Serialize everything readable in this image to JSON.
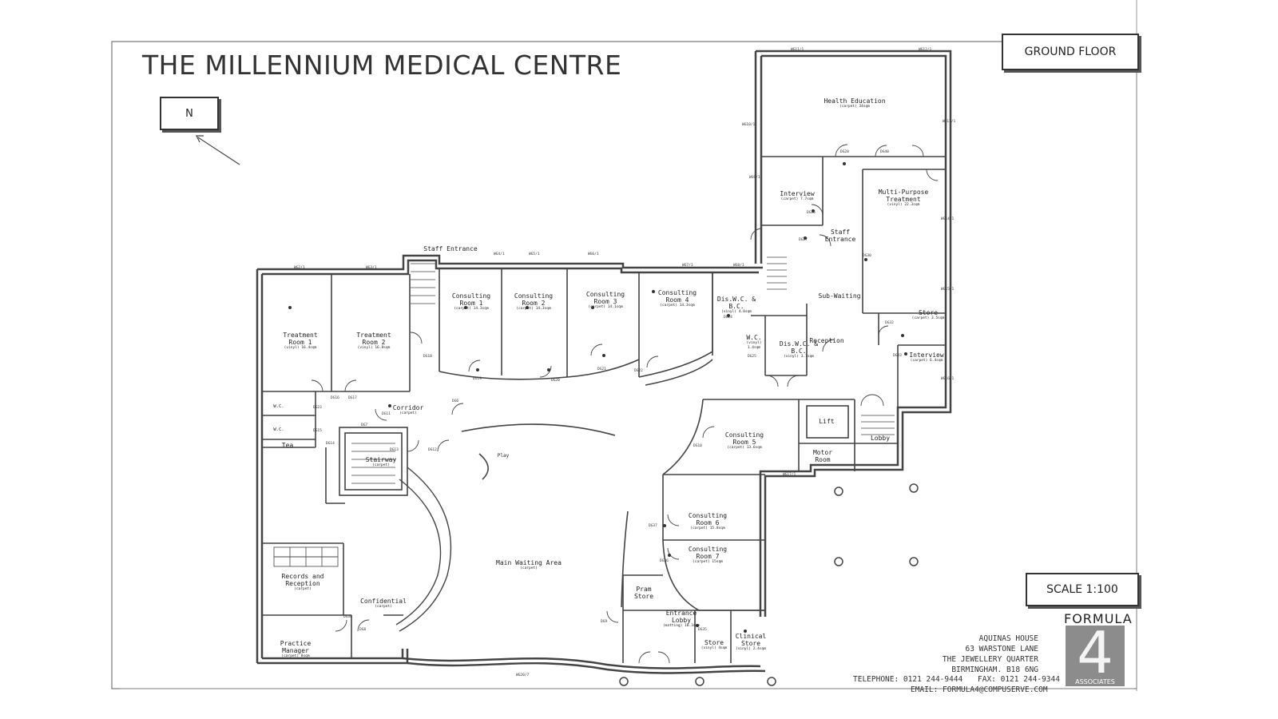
{
  "title": "THE MILLENNIUM MEDICAL CENTRE",
  "floor_label": "GROUND FLOOR",
  "north_label": "N",
  "scale_label": "SCALE 1:100",
  "firm": {
    "name": "FORMULA",
    "logo_number": "4",
    "logo_sub": "ASSOCIATES",
    "address": [
      "AQUINAS HOUSE",
      "63 WARSTONE LANE",
      "THE JEWELLERY QUARTER",
      "BIRMINGHAM. B18 6NG"
    ],
    "telephone": "TELEPHONE: 0121 244-9444",
    "fax": "FAX: 0121 244-9344",
    "email": "EMAIL: FORMULA4@COMPUSERVE.COM"
  },
  "rooms": {
    "health_education": {
      "name": "Health Education",
      "sub": "(carpet) 34sqm"
    },
    "interview_top": {
      "name": "Interview",
      "sub": "(carpet) 7.7sqm"
    },
    "multi_purpose": {
      "name": "Multi-Purpose Treatment",
      "sub": "(vinyl) 22.3sqm"
    },
    "staff_entrance_right": {
      "name": "Staff Entrance"
    },
    "staff_entrance_top": {
      "name": "Staff Entrance"
    },
    "sub_waiting": {
      "name": "Sub-Waiting"
    },
    "store_right": {
      "name": "Store",
      "sub": "(carpet) 3.5sqm"
    },
    "interview_right": {
      "name": "Interview",
      "sub": "(carpet) 6.4sqm"
    },
    "reception": {
      "name": "Reception"
    },
    "dis_wc_1": {
      "name": "Dis.W.C. & B.C.",
      "sub": "(vinyl) 4.0sqm"
    },
    "dis_wc_2": {
      "name": "Dis.W.C. & B.C.",
      "sub": "(vinyl) 3.7sqm"
    },
    "wc_small": {
      "name": "W.C.",
      "sub": "(vinyl) 1.4sqm"
    },
    "treatment_1": {
      "name": "Treatment Room 1",
      "sub": "(vinyl) 16.4sqm"
    },
    "treatment_2": {
      "name": "Treatment Room 2",
      "sub": "(vinyl) 16.8sqm"
    },
    "consulting_1": {
      "name": "Consulting Room 1",
      "sub": "(carpet) 14.3sqm"
    },
    "consulting_2": {
      "name": "Consulting Room 2",
      "sub": "(carpet) 14.3sqm"
    },
    "consulting_3": {
      "name": "Consulting Room 3",
      "sub": "(carpet) 14.1sqm"
    },
    "consulting_4": {
      "name": "Consulting Room 4",
      "sub": "(carpet) 14.3sqm"
    },
    "consulting_5": {
      "name": "Consulting Room 5",
      "sub": "(carpet) 13.6sqm"
    },
    "consulting_6": {
      "name": "Consulting Room 6",
      "sub": "(carpet) 15.8sqm"
    },
    "consulting_7": {
      "name": "Consulting Room 7",
      "sub": "(carpet) 15sqm"
    },
    "lift": {
      "name": "Lift"
    },
    "lobby": {
      "name": "Lobby"
    },
    "motor_room": {
      "name": "Motor Room"
    },
    "corridor": {
      "name": "Corridor",
      "sub": "(carpet)"
    },
    "stairway": {
      "name": "Stairway",
      "sub": "(carpet)"
    },
    "tea": {
      "name": "Tea"
    },
    "play": {
      "name": "Play"
    },
    "main_waiting": {
      "name": "Main Waiting Area",
      "sub": "(carpet)"
    },
    "records": {
      "name": "Records and Reception",
      "sub": "(carpet)"
    },
    "confidential": {
      "name": "Confidential",
      "sub": "(carpet)"
    },
    "practice_manager": {
      "name": "Practice Manager",
      "sub": "(carpet) 8sqm"
    },
    "pram_store": {
      "name": "Pram Store"
    },
    "entrance_lobby": {
      "name": "Entrance Lobby",
      "sub": "(matting) 10.3sqm"
    },
    "store_bottom": {
      "name": "Store",
      "sub": "(vinyl) 4sqm"
    },
    "clinical_store": {
      "name": "Clinical Store",
      "sub": "(vinyl) 2.4sqm"
    },
    "wc_1": {
      "name": "W.C."
    },
    "wc_2": {
      "name": "W.C."
    }
  },
  "door_labels": [
    "DG28",
    "DG40",
    "DG26",
    "DG27",
    "DG30",
    "DG32",
    "DG33",
    "DG24",
    "DG25",
    "DG16",
    "DG17",
    "DG18",
    "DG19",
    "DG20",
    "DG21",
    "DG22",
    "DG23",
    "DG15",
    "DG14",
    "DG13",
    "DG12",
    "DG11",
    "DG10",
    "DG35",
    "DG36",
    "DG37",
    "DG38",
    "DG8",
    "DG9",
    "DG7",
    "DG6"
  ],
  "window_labels": [
    "WG11/1",
    "WG12/1",
    "WG10/1",
    "WG13/1",
    "WG9/1",
    "WG14/1",
    "WG15/1",
    "WG16/1",
    "WG2/1",
    "WG3/1",
    "WG4/1",
    "WG5/1",
    "WG6/1",
    "WG7/1",
    "WG8/1",
    "WG17/1",
    "WG20/7"
  ]
}
